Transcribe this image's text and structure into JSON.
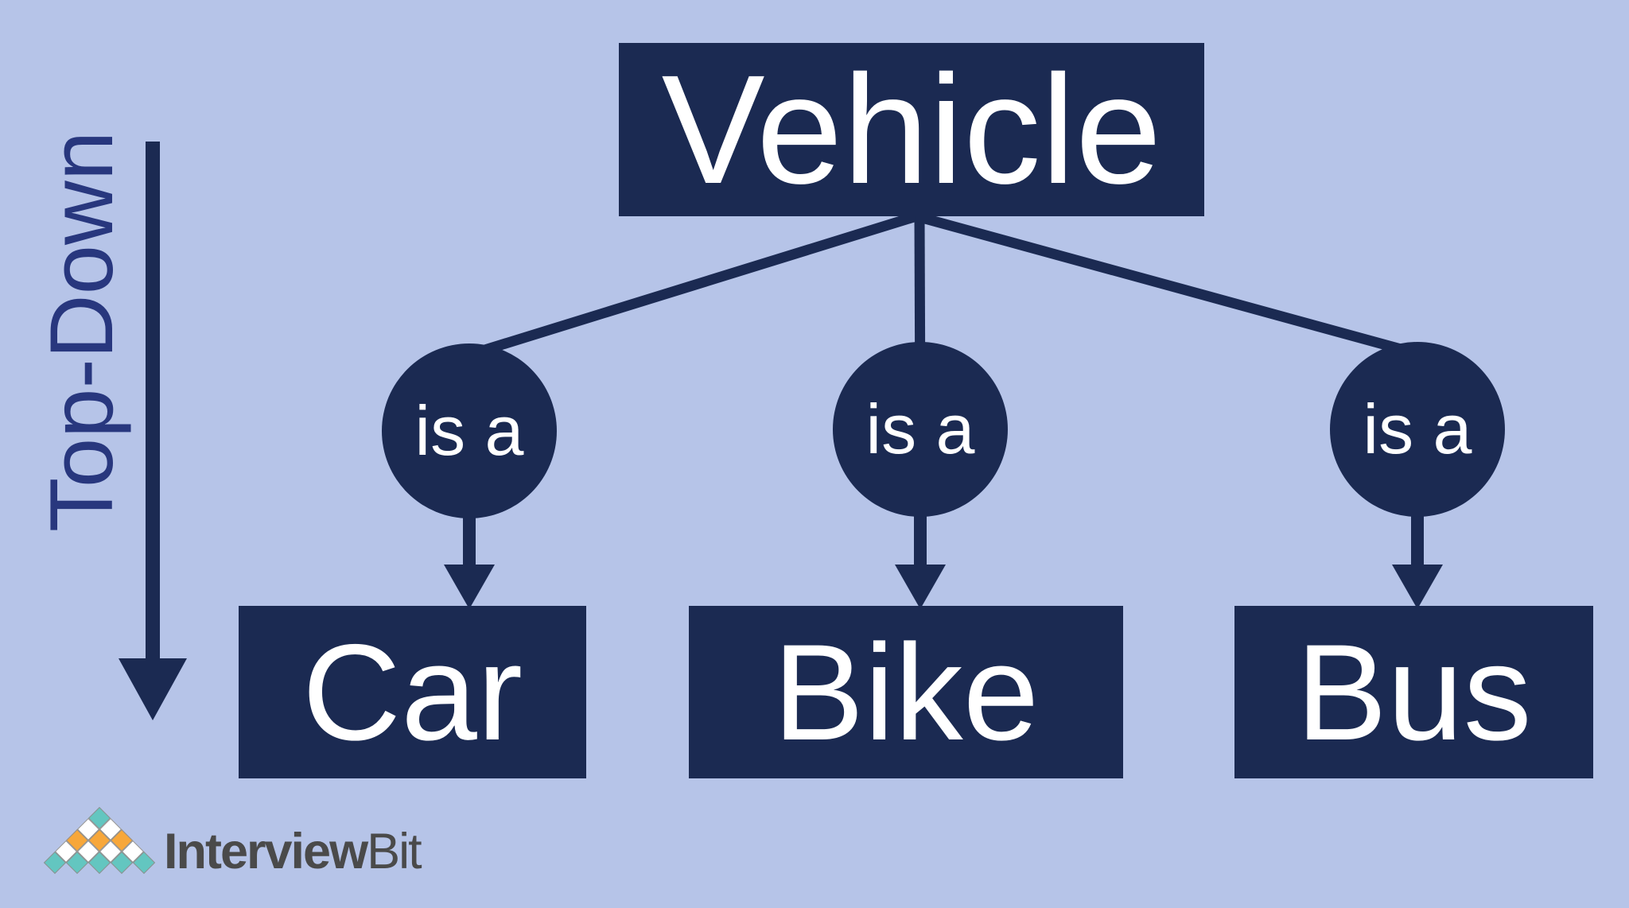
{
  "diagram": {
    "direction_label": "Top-Down",
    "root": {
      "label": "Vehicle"
    },
    "children": [
      {
        "relation": "is a",
        "label": "Car"
      },
      {
        "relation": "is a",
        "label": "Bike"
      },
      {
        "relation": "is a",
        "label": "Bus"
      }
    ],
    "colors": {
      "background": "#b6c4e8",
      "node_fill": "#1b2a52",
      "node_text": "#ffffff",
      "direction_text": "#28377e"
    }
  },
  "branding": {
    "name": "InterviewBit",
    "text_bold": "Interview",
    "text_light": "Bit",
    "text_color": "#4a4a4a",
    "pyramid": {
      "colors": {
        "teal": "#63c6c0",
        "orange": "#f7a73a",
        "white": "#ffffff",
        "border": "#8f8f8f"
      },
      "rows": [
        [
          "teal"
        ],
        [
          "white",
          "white"
        ],
        [
          "orange",
          "orange",
          "orange"
        ],
        [
          "white",
          "white",
          "white",
          "white"
        ],
        [
          "teal",
          "teal",
          "teal",
          "teal",
          "teal"
        ]
      ]
    }
  }
}
